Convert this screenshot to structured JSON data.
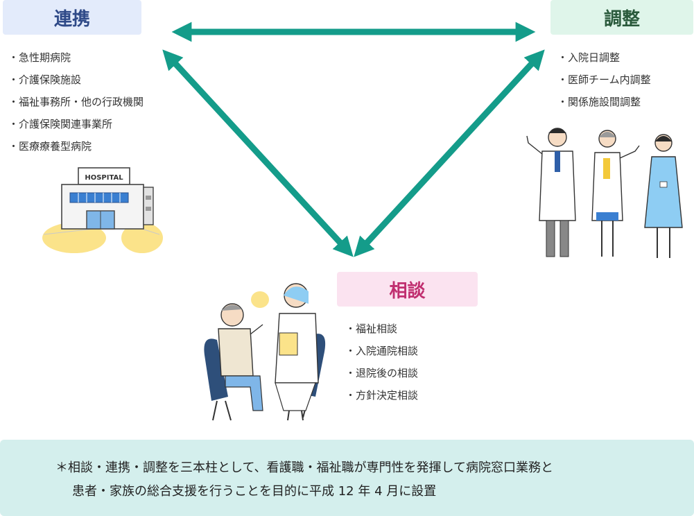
{
  "sections": {
    "renkei": {
      "title": "連携",
      "items": [
        "急性期病院",
        "介護保険施設",
        "福祉事務所・他の行政機関",
        "介護保険関連事業所",
        "医療療養型病院"
      ]
    },
    "chousei": {
      "title": "調整",
      "items": [
        "入院日調整",
        "医師チーム内調整",
        "関係施設間調整"
      ]
    },
    "soudan": {
      "title": "相談",
      "items": [
        "福祉相談",
        "入院通院相談",
        "退院後の相談",
        "方針決定相談"
      ]
    }
  },
  "hospital_sign": "HOSPITAL",
  "footer": {
    "line1": "＊相談・連携・調整を三本柱として、看護職・福祉職が専門性を発揮して病院窓口業務と",
    "line2": "患者・家族の総合支援を行うことを目的に平成 12 年 4 月に設置"
  },
  "colors": {
    "arrow": "#149c8a",
    "renkei_bg": "#e3ebfb",
    "chousei_bg": "#dff5ea",
    "soudan_bg": "#fbe3f0",
    "footer_bg": "#d4efed"
  },
  "icons": [
    "hospital-illustration",
    "medical-staff-illustration",
    "consultation-illustration"
  ]
}
